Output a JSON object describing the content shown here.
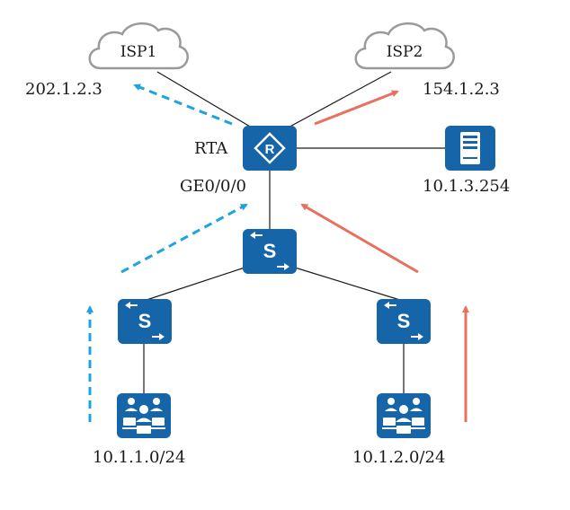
{
  "colors": {
    "device_blue": "#1565a8",
    "device_dark": "#0e4f86",
    "cloud_stroke": "#9a9a9a",
    "link": "#1a1a1a",
    "flow_blue": "#1fa3e0",
    "flow_red": "#e8705e"
  },
  "clouds": [
    {
      "id": "isp1",
      "label": "ISP1"
    },
    {
      "id": "isp2",
      "label": "ISP2"
    }
  ],
  "labels": {
    "isp1_ip": "202.1.2.3",
    "isp2_ip": "154.1.2.3",
    "router_name": "RTA",
    "router_interface": "GE0/0/0",
    "server_ip": "10.1.3.254",
    "lan1": "10.1.1.0/24",
    "lan2": "10.1.2.0/24"
  },
  "devices": {
    "router_icon": "router-icon",
    "server_icon": "server-icon",
    "switch_icon": "switch-icon",
    "user_group_icon": "user-group-icon"
  }
}
